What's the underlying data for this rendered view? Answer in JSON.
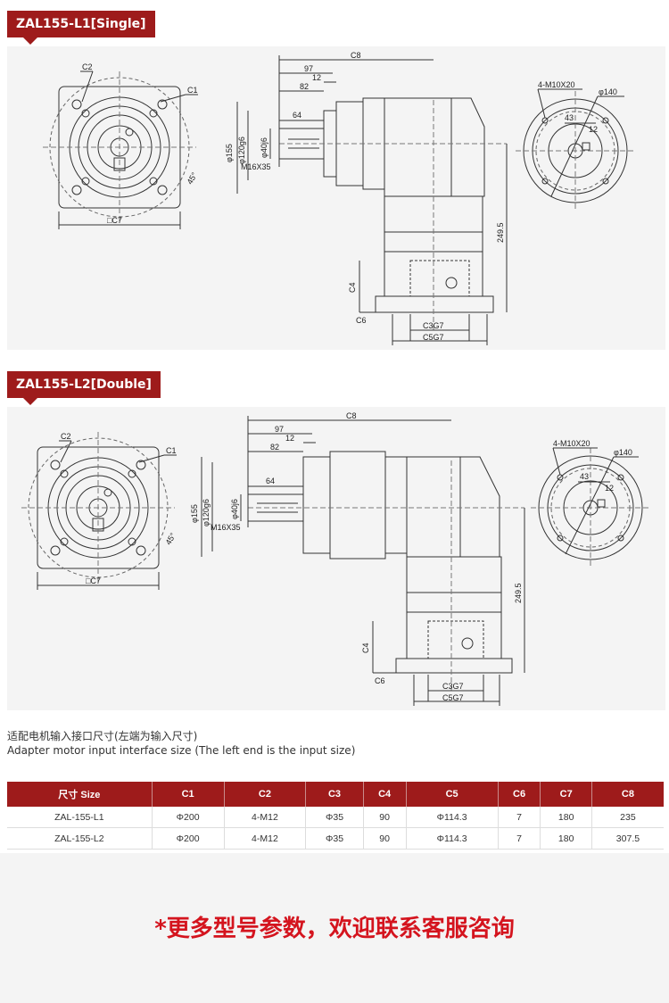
{
  "sections": [
    {
      "title": "ZAL155-L1[Single]",
      "labels": {
        "c2": "C2",
        "c1": "C1",
        "c7": "□C7",
        "angle": "45°",
        "c8": "C8",
        "d97": "97",
        "d12": "12",
        "d82": "82",
        "d64": "64",
        "phi155": "φ155",
        "phi120": "φ120g6",
        "phi40": "φ40j6",
        "m16": "M16X35",
        "h249": "249.5",
        "c4": "C4",
        "c6": "C6",
        "c3": "C3G7",
        "c5": "C5G7",
        "m10": "4-M10X20",
        "phi140": "φ140",
        "d43": "43",
        "d12b": "12"
      }
    },
    {
      "title": "ZAL155-L2[Double]",
      "labels": {
        "c2": "C2",
        "c1": "C1",
        "c7": "□C7",
        "angle": "45°",
        "c8": "C8",
        "d97": "97",
        "d12": "12",
        "d82": "82",
        "d64": "64",
        "phi155": "φ155",
        "phi120": "φ120g6",
        "phi40": "φ40j6",
        "m16": "M16X35",
        "h249": "249.5",
        "c4": "C4",
        "c6": "C6",
        "c3": "C3G7",
        "c5": "C5G7",
        "m10": "4-M10X20",
        "phi140": "φ140",
        "d43": "43",
        "d12b": "12"
      }
    }
  ],
  "note_cn": "适配电机输入接口尺寸(左端为输入尺寸)",
  "note_en": "Adapter motor input interface size (The left end is the input size)",
  "table": {
    "headers": [
      "尺寸 Size",
      "C1",
      "C2",
      "C3",
      "C4",
      "C5",
      "C6",
      "C7",
      "C8"
    ],
    "rows": [
      [
        "ZAL-155-L1",
        "Φ200",
        "4-M12",
        "Φ35",
        "90",
        "Φ114.3",
        "7",
        "180",
        "235"
      ],
      [
        "ZAL-155-L2",
        "Φ200",
        "4-M12",
        "Φ35",
        "90",
        "Φ114.3",
        "7",
        "180",
        "307.5"
      ]
    ]
  },
  "footer": "*更多型号参数，欢迎联系客服咨询",
  "colors": {
    "accent": "#9e1b1b",
    "footer_text": "#d4141e"
  }
}
